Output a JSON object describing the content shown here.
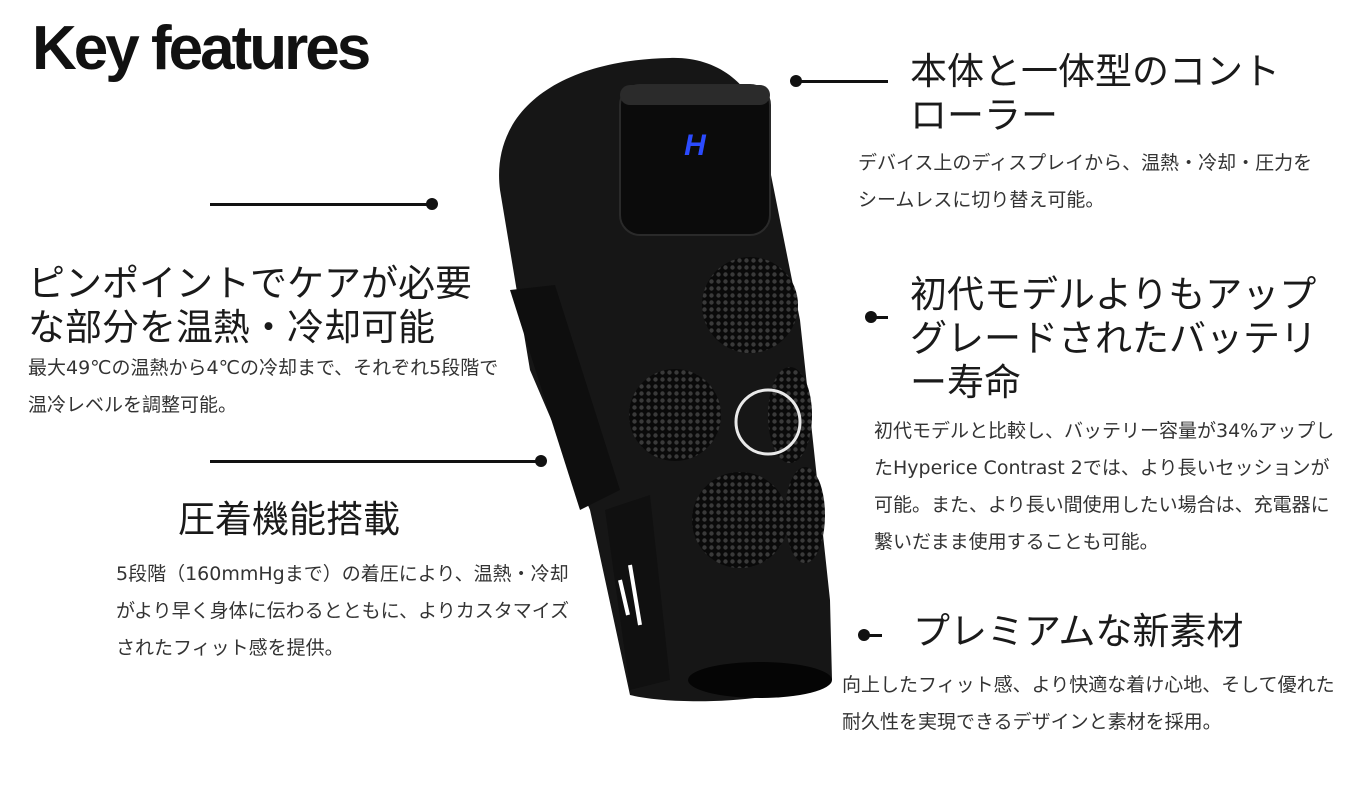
{
  "title": "Key features",
  "features": {
    "controller": {
      "heading": "本体と一体型のコントローラー",
      "body": "デバイス上のディスプレイから、温熱・冷却・圧力をシームレスに切り替え可能。"
    },
    "pinpoint": {
      "heading": "ピンポイントでケアが必要な部分を温熱・冷却可能",
      "body": "最大49℃の温熱から4℃の冷却まで、それぞれ5段階で温冷レベルを調整可能。"
    },
    "battery": {
      "heading": "初代モデルよりもアップグレードされたバッテリー寿命",
      "body": "初代モデルと比較し、バッテリー容量が34%アップしたHyperice Contrast 2では、より長いセッションが可能。また、より長い間使用したい場合は、充電器に繋いだまま使用することも可能。"
    },
    "compression": {
      "heading": "圧着機能搭載",
      "body": "5段階（160mmHgまで）の着圧により、温熱・冷却がより早く身体に伝わるとともに、よりカスタマイズされたフィット感を提供。"
    },
    "material": {
      "heading": "プレミアムな新素材",
      "body": "向上したフィット感、より快適な着け心地、そして優れた耐久性を実現できるデザインと素材を採用。"
    }
  },
  "colors": {
    "product": "#151515",
    "pad": "#0c0c0c",
    "logo": "#2b4bff"
  },
  "icons": {
    "brand_logo": "hyperice-logo-icon"
  }
}
